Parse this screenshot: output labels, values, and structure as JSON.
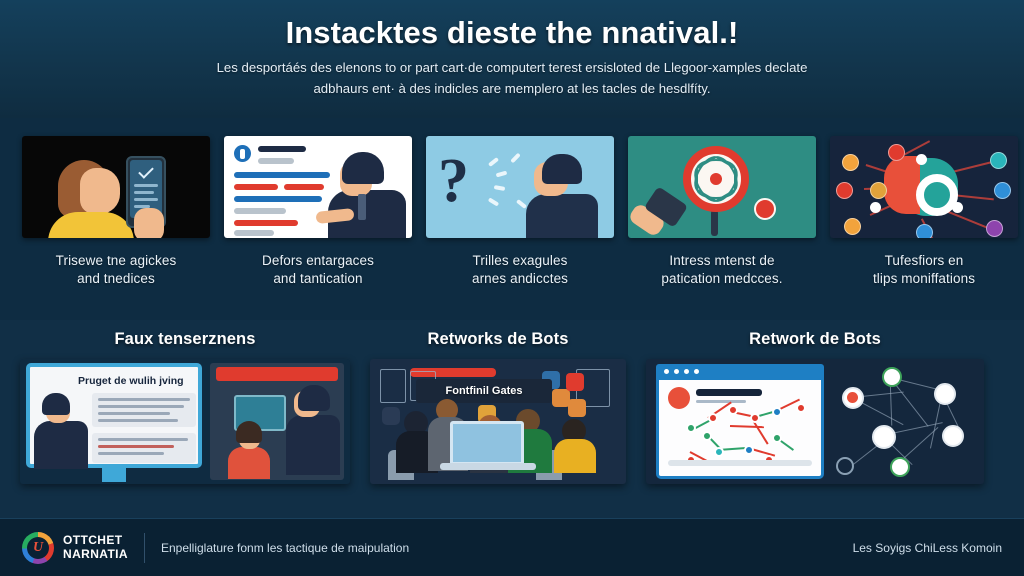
{
  "header": {
    "title": "Instacktes dieste the nnatival.!",
    "subtitle_line1": "Les desportáés des elenons to or part cart·de computert terest ersisloted de Llegoor-xamples declate",
    "subtitle_line2": "adbhaurs ent· à des indicles are memplero at les tacles de hesdlfíty."
  },
  "top_cards": [
    {
      "caption_line1": "Trisewe tne agickes",
      "caption_line2": "and tnedices",
      "art": "woman-phone-dark",
      "bg": "#070707"
    },
    {
      "caption_line1": "Defors entargaces",
      "caption_line2": "and tantication",
      "art": "document-presenter",
      "bg": "#ffffff"
    },
    {
      "caption_line1": "Trilles exagules",
      "caption_line2": "arnes andicctes",
      "art": "question-speaker",
      "bg": "#8ecbe4"
    },
    {
      "caption_line1": "Intress mtenst de",
      "caption_line2": "patication medcces.",
      "art": "magnifier-atom",
      "bg": "#2e8d83"
    },
    {
      "caption_line1": "Tufesfiors en",
      "caption_line2": "tlips moniffations",
      "art": "icon-network",
      "bg": "#16243c"
    }
  ],
  "sections": [
    {
      "heading": "Faux tenserznens",
      "panel_title": "Pruget de wulih jving",
      "button_label": ""
    },
    {
      "heading": "Retworks de Bots",
      "overlay_label": "Fontfinil Gates"
    },
    {
      "heading": "Retwork de Bots"
    }
  ],
  "footer": {
    "logo_line1": "OTTCHET",
    "logo_line2": "NARNATIA",
    "logo_glyph": "U",
    "tagline": "Enpelliglature fonm les tactique de maipulation",
    "right_text": "Les Soyigs ChiLess Komoin"
  },
  "colors": {
    "page_bg": "#0d2438",
    "header_bg": "#14405c",
    "band_top_bg": "#0e2c42",
    "band_bottom_bg": "#112f46",
    "footer_bg": "#0a2133",
    "accent_red": "#e03b2e",
    "accent_blue": "#1e7fc4",
    "accent_teal": "#2e8d83",
    "accent_yellow": "#f2c438",
    "text_primary": "#ffffff",
    "text_secondary": "#cfdeea"
  }
}
